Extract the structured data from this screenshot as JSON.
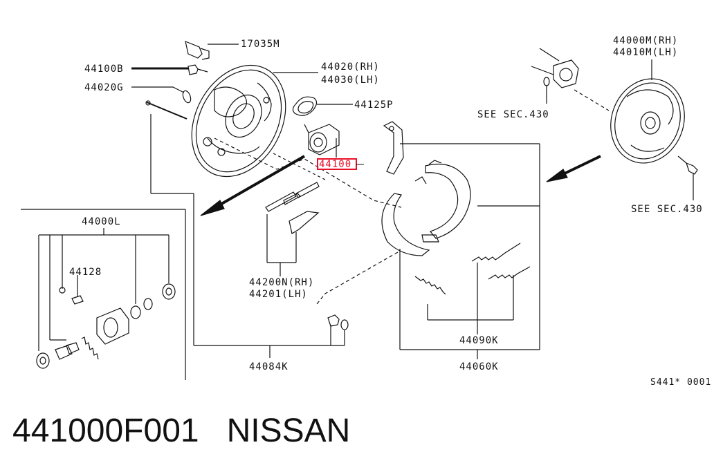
{
  "labels": {
    "p17035M": "17035M",
    "p44100B": "44100B",
    "p44020G": "44020G",
    "p44020": "44020(RH)",
    "p44030": "44030(LH)",
    "p44125P": "44125P",
    "p44100": "44100",
    "p44000M": "44000M(RH)",
    "p44010M": "44010M(LH)",
    "see430a": "SEE SEC.430",
    "see430b": "SEE SEC.430",
    "p44000L": "44000L",
    "p44128": "44128",
    "p44200N": "44200N(RH)",
    "p44201": "44201(LH)",
    "p44090K": "44090K",
    "p44060K": "44060K",
    "p44084K": "44084K"
  },
  "diagram_ref": "S441* 0001",
  "caption": "441000F001   NISSAN",
  "highlight_color": "#e8102a"
}
